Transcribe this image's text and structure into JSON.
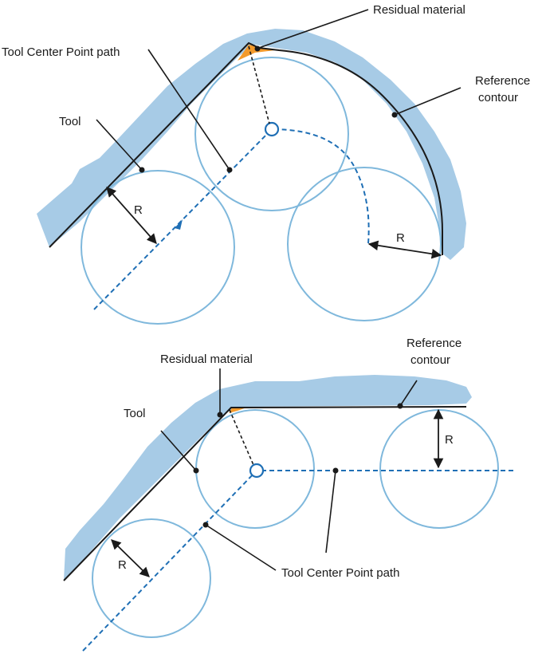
{
  "colors": {
    "material": "#a7cbe6",
    "residual": "#f39a2b",
    "tool_circle": "#7fb8dc",
    "tcp_path": "#1f6fb5",
    "contour": "#1a1a1a"
  },
  "top_diagram": {
    "residual_material_label": "Residual material",
    "tcp_path_label": "Tool Center Point path",
    "reference_contour_label_line1": "Reference",
    "reference_contour_label_line2": "contour",
    "tool_label": "Tool",
    "radius_label_left": "R",
    "radius_label_right": "R"
  },
  "bottom_diagram": {
    "residual_material_label": "Residual material",
    "reference_contour_label_line1": "Reference",
    "reference_contour_label_line2": "contour",
    "tool_label": "Tool",
    "tcp_path_label": "Tool Center Point path",
    "radius_label_right": "R",
    "radius_label_left": "R"
  }
}
